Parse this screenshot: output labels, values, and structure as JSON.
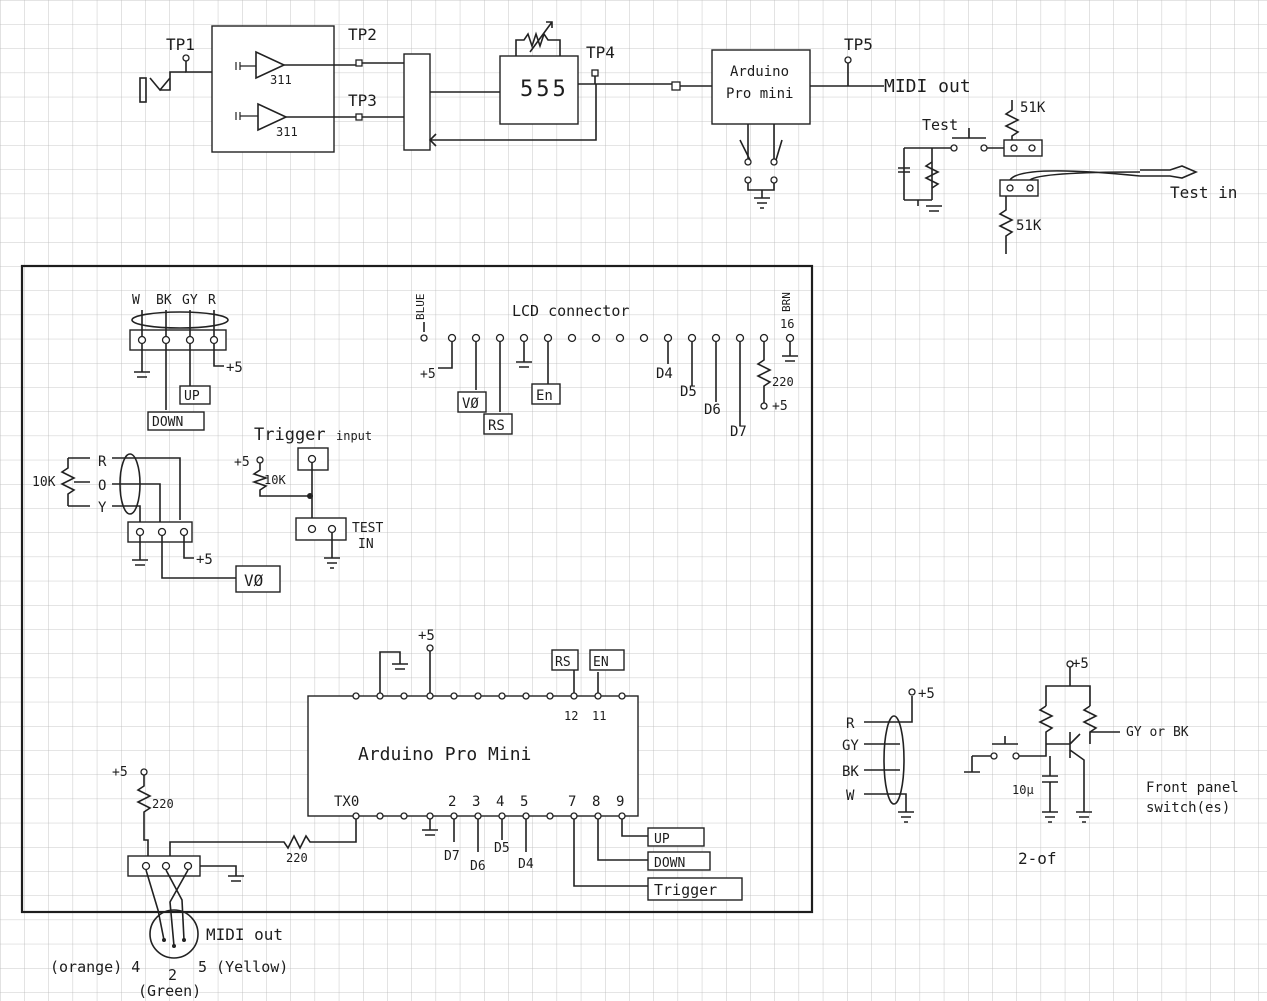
{
  "top": {
    "tp1": "TP1",
    "tp2": "TP2",
    "tp3": "TP3",
    "tp4": "TP4",
    "tp5": "TP5",
    "comp1": "311",
    "comp2": "311",
    "timer": "555",
    "arduino_l1": "Arduino",
    "arduino_l2": "Pro mini",
    "midi_out": "MIDI out",
    "test": "Test",
    "r_51k_top": "51K",
    "r_51k_bot": "51K",
    "test_in": "Test in"
  },
  "panel": {
    "pot_wires": [
      "W",
      "BK",
      "GY",
      "R"
    ],
    "plus5": "+5",
    "up": "UP",
    "down": "DOWN",
    "pot10k": "10K",
    "pot_wires2": [
      "R",
      "O",
      "Y"
    ],
    "v0": "VØ",
    "trigger_input": "Trigger",
    "trigger_input2": "input",
    "r10k": "10K",
    "test_in_l1": "TEST",
    "test_in_l2": "IN",
    "lcd_title": "LCD connector",
    "blue": "BLUE",
    "brn": "BRN",
    "pin16": "16",
    "lcd_v0": "VØ",
    "lcd_rs": "RS",
    "lcd_en": "En",
    "d4": "D4",
    "d5": "D5",
    "d6": "D6",
    "d7": "D7",
    "r220": "220",
    "arduino": "Arduino Pro Mini",
    "rs_top": "RS",
    "en_top": "EN",
    "pin12": "12",
    "pin11": "11",
    "tx0": "TX0",
    "pins_bottom": [
      "2",
      "3",
      "4",
      "5",
      "7",
      "8",
      "9"
    ],
    "d_bottom": [
      "D7",
      "D6",
      "D5",
      "D4"
    ],
    "out_up": "UP",
    "out_down": "DOWN",
    "out_trigger": "Trigger",
    "midi_r220": "220",
    "midi_r220b": "220",
    "midi_out": "MIDI out",
    "pin4": "(orange) 4",
    "pin2": "2",
    "pin5": "5 (Yellow)",
    "green": "(Green)"
  },
  "switch": {
    "wires": [
      "R",
      "GY",
      "BK",
      "W"
    ],
    "plus5a": "+5",
    "plus5b": "+5",
    "gy_bk": "GY or BK",
    "cap": "10µ",
    "front1": "Front panel",
    "front2": "switch(es)",
    "count": "2-of"
  }
}
